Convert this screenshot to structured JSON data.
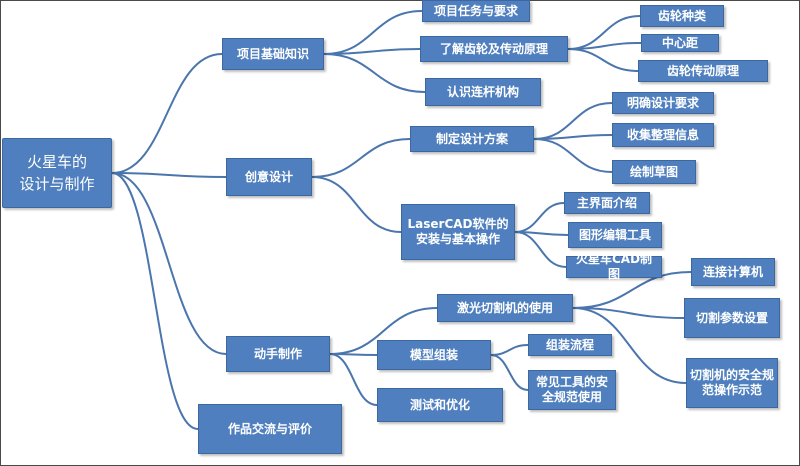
{
  "colors": {
    "node_fill": "#4f7fbe",
    "node_border": "#3d679f",
    "link": "#4a75ad",
    "text": "#ffffff"
  },
  "mindmap": {
    "root": "火星车的\n设计与制作",
    "l1": [
      "项目基础知识",
      "创意设计",
      "动手制作",
      "作品交流与评价"
    ],
    "basics": {
      "children": [
        "项目任务与要求",
        "了解齿轮及传动原理",
        "认识连杆机构"
      ],
      "gear": [
        "齿轮种类",
        "中心距",
        "齿轮传动原理"
      ]
    },
    "design": {
      "children": [
        "制定设计方案",
        "LaserCAD软件的安装与基本操作"
      ],
      "plan": [
        "明确设计要求",
        "收集整理信息",
        "绘制草图"
      ],
      "cad": [
        "主界面介绍",
        "图形编辑工具",
        "火星车CAD制图"
      ]
    },
    "make": {
      "children": [
        "激光切割机的使用",
        "模型组装",
        "测试和优化"
      ],
      "laser": [
        "连接计算机",
        "切割参数设置",
        "切割机的安全规范操作示范"
      ],
      "assembly": [
        "组装流程",
        "常见工具的安全规范使用"
      ]
    }
  }
}
